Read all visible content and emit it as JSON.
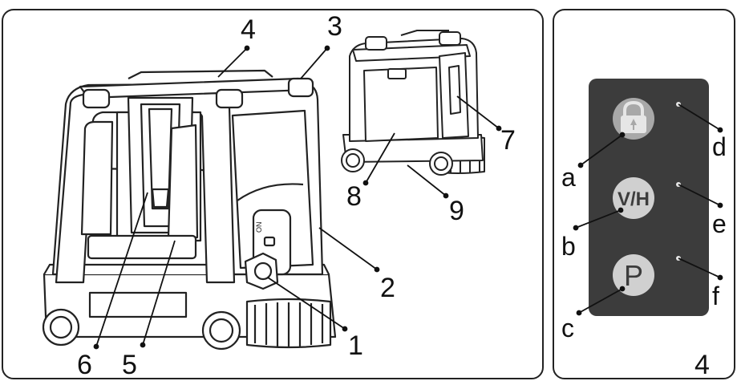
{
  "left_panel": {
    "callouts": [
      "1",
      "2",
      "3",
      "4",
      "5",
      "6",
      "7",
      "8",
      "9"
    ]
  },
  "right_panel": {
    "buttons": [
      {
        "key": "a",
        "icon": "padlock-icon",
        "label": ""
      },
      {
        "key": "b",
        "icon": "vh-icon",
        "label": "V/H"
      },
      {
        "key": "c",
        "icon": "p-icon",
        "label": "P"
      }
    ],
    "led_callouts": [
      "d",
      "e",
      "f"
    ],
    "figure_number": "4"
  },
  "device_marks": {
    "on_switch_text": "ON"
  },
  "colors": {
    "panel_dark": "#3c3c3c",
    "button_light": "#d0d0d0",
    "button_lock": "#a8a8a8",
    "line": "#222222"
  }
}
